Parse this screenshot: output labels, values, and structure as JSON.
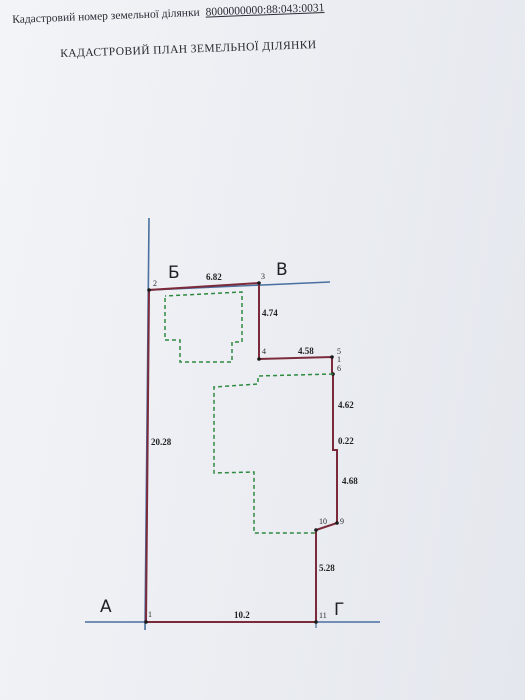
{
  "header": {
    "cadastral_label": "Кадастровий номер земельної ділянки",
    "cadastral_number": "8000000000:88:043:0031",
    "title": "КАДАСТРОВИЙ ПЛАН ЗЕМЕЛЬНОЇ ДІЛЯНКИ"
  },
  "plan": {
    "corners": {
      "a": "А",
      "b": "Б",
      "v": "В",
      "g": "Г"
    },
    "points": {
      "p1": "1",
      "p2": "2",
      "p3": "3",
      "p4": "4",
      "p5": "5",
      "p6": "6",
      "p7": "1",
      "p9": "9",
      "p10": "10",
      "p11": "11"
    },
    "dimensions": {
      "d_2_3": "6.82",
      "d_3_4": "4.74",
      "d_4_5": "4.58",
      "d_6_7": "4.62",
      "d_7_8": "0.22",
      "d_8_9": "4.68",
      "d_10_11": "5.28",
      "d_1_11": "10.2",
      "d_1_2": "20.28"
    },
    "colors": {
      "boundary": "#7a2a3a",
      "building_outline": "#2e8a3e",
      "axis": "#4a6fa0"
    }
  }
}
